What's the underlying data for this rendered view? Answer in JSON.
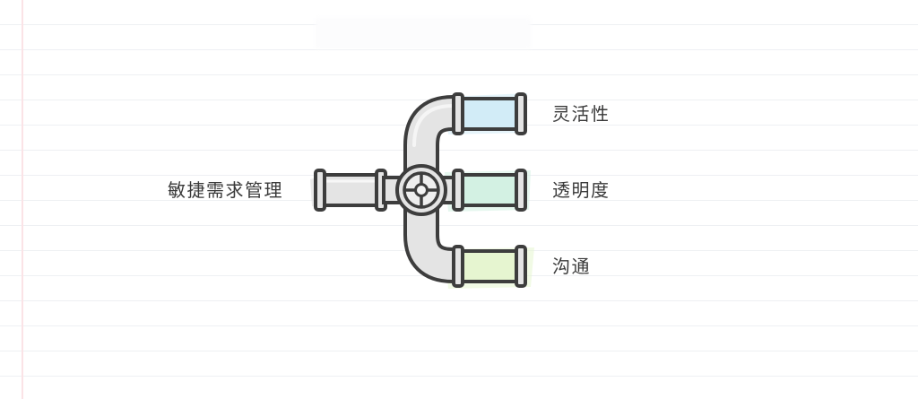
{
  "diagram": {
    "source_label": "敏捷需求管理",
    "branches": [
      {
        "label": "灵活性",
        "color": "#d2ecf7"
      },
      {
        "label": "透明度",
        "color": "#d3f1e3"
      },
      {
        "label": "沟通",
        "color": "#e6f5d0"
      }
    ],
    "pipe_color": "#e4e4e4",
    "stroke_color": "#3d3d3d"
  }
}
